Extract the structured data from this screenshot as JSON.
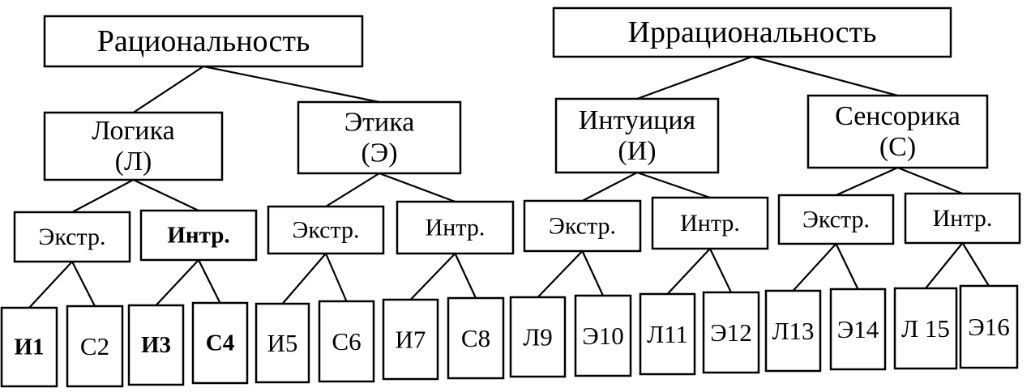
{
  "tree": [
    {
      "label": [
        "Рациональность"
      ],
      "children": [
        {
          "label": [
            "Логика",
            "(Л)"
          ],
          "children": [
            {
              "label": [
                "Экстр."
              ],
              "children": [
                {
                  "label": [
                    "И1"
                  ]
                },
                {
                  "label": [
                    "С2"
                  ]
                }
              ]
            },
            {
              "label": [
                "Интр."
              ],
              "children": [
                {
                  "label": [
                    "И3"
                  ]
                },
                {
                  "label": [
                    "С4"
                  ]
                }
              ]
            }
          ]
        },
        {
          "label": [
            "Этика",
            "(Э)"
          ],
          "children": [
            {
              "label": [
                "Экстр."
              ],
              "children": [
                {
                  "label": [
                    "И5"
                  ]
                },
                {
                  "label": [
                    "С6"
                  ]
                }
              ]
            },
            {
              "label": [
                "Интр."
              ],
              "children": [
                {
                  "label": [
                    "И7"
                  ]
                },
                {
                  "label": [
                    "С8"
                  ]
                }
              ]
            }
          ]
        }
      ]
    },
    {
      "label": [
        "Иррациональность"
      ],
      "children": [
        {
          "label": [
            "Интуиция",
            "(И)"
          ],
          "children": [
            {
              "label": [
                "Экстр."
              ],
              "children": [
                {
                  "label": [
                    "Л9"
                  ]
                },
                {
                  "label": [
                    "Э10"
                  ]
                }
              ]
            },
            {
              "label": [
                "Интр."
              ],
              "children": [
                {
                  "label": [
                    "Л11"
                  ]
                },
                {
                  "label": [
                    "Э12"
                  ]
                }
              ]
            }
          ]
        },
        {
          "label": [
            "Сенсорика",
            "(С)"
          ],
          "children": [
            {
              "label": [
                "Экстр."
              ],
              "children": [
                {
                  "label": [
                    "Л13"
                  ]
                },
                {
                  "label": [
                    "Э14"
                  ]
                }
              ]
            },
            {
              "label": [
                "Интр."
              ],
              "children": [
                {
                  "label": [
                    "Л 15"
                  ]
                },
                {
                  "label": [
                    "Э16"
                  ]
                }
              ]
            }
          ]
        }
      ]
    }
  ]
}
